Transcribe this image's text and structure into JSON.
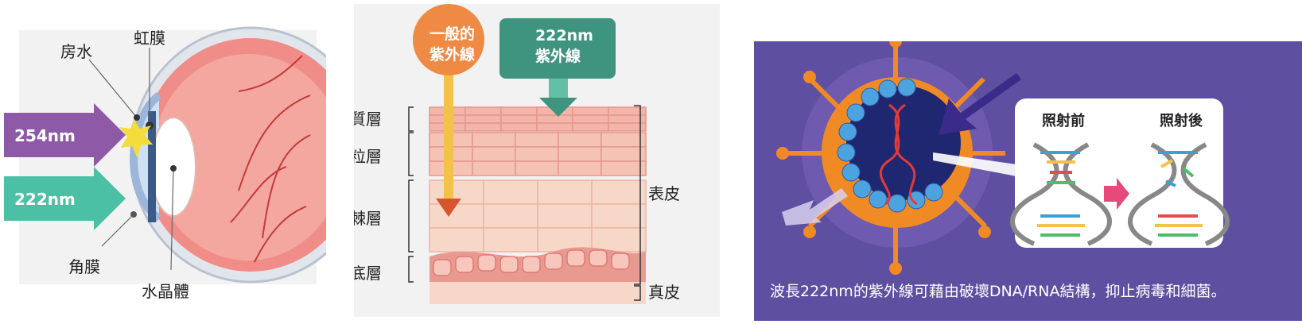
{
  "eye": {
    "label_aqueous": "房水",
    "label_iris": "虹膜",
    "label_cornea": "角膜",
    "label_lens": "水晶體",
    "arrow_254": "254nm",
    "arrow_222": "222nm",
    "colors": {
      "arrow_254": "#8e5aa8",
      "arrow_222": "#4cc0a4",
      "retina": "#f08d88",
      "flash": "#f3dc3c"
    }
  },
  "skin": {
    "uv_general_line1": "一般的",
    "uv_general_line2": "紫外線",
    "uv_222_line1": "222nm",
    "uv_222_line2": "紫外線",
    "layer_stratum_corneum": "角質層",
    "layer_granulosum": "顆粒層",
    "layer_spinosum": "有棘層",
    "layer_basale": "基底層",
    "epidermis": "表皮",
    "dermis": "真皮",
    "colors": {
      "uv_general": "#ef8a45",
      "uv_222": "#3f9480",
      "cells": "#f5c6b6",
      "cell_border": "#e7978b"
    }
  },
  "virus": {
    "before_label": "照射前",
    "after_label": "照射後",
    "caption": "波長222nm的紫外線可藉由破壞DNA/RNA結構，抑止病毒和細菌。",
    "colors": {
      "background": "#5f4fa0",
      "virus_body": "#f08a25",
      "arrow_in": "#3a2a8a",
      "arrow_out": "#d8d0f0",
      "transition": "#e64a7a"
    }
  }
}
